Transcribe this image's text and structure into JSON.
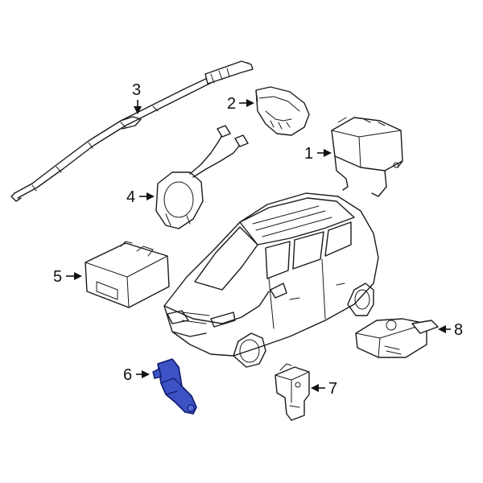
{
  "diagram": {
    "callouts": [
      {
        "id": "1",
        "label": "1"
      },
      {
        "id": "2",
        "label": "2"
      },
      {
        "id": "3",
        "label": "3"
      },
      {
        "id": "4",
        "label": "4"
      },
      {
        "id": "5",
        "label": "5"
      },
      {
        "id": "6",
        "label": "6"
      },
      {
        "id": "7",
        "label": "7"
      },
      {
        "id": "8",
        "label": "8"
      }
    ],
    "colors": {
      "line": "#1a1a1a",
      "highlight_fill": "#3d52c4",
      "highlight_stroke": "#0e1a6b",
      "background": "#ffffff"
    },
    "highlighted_part": "6"
  }
}
